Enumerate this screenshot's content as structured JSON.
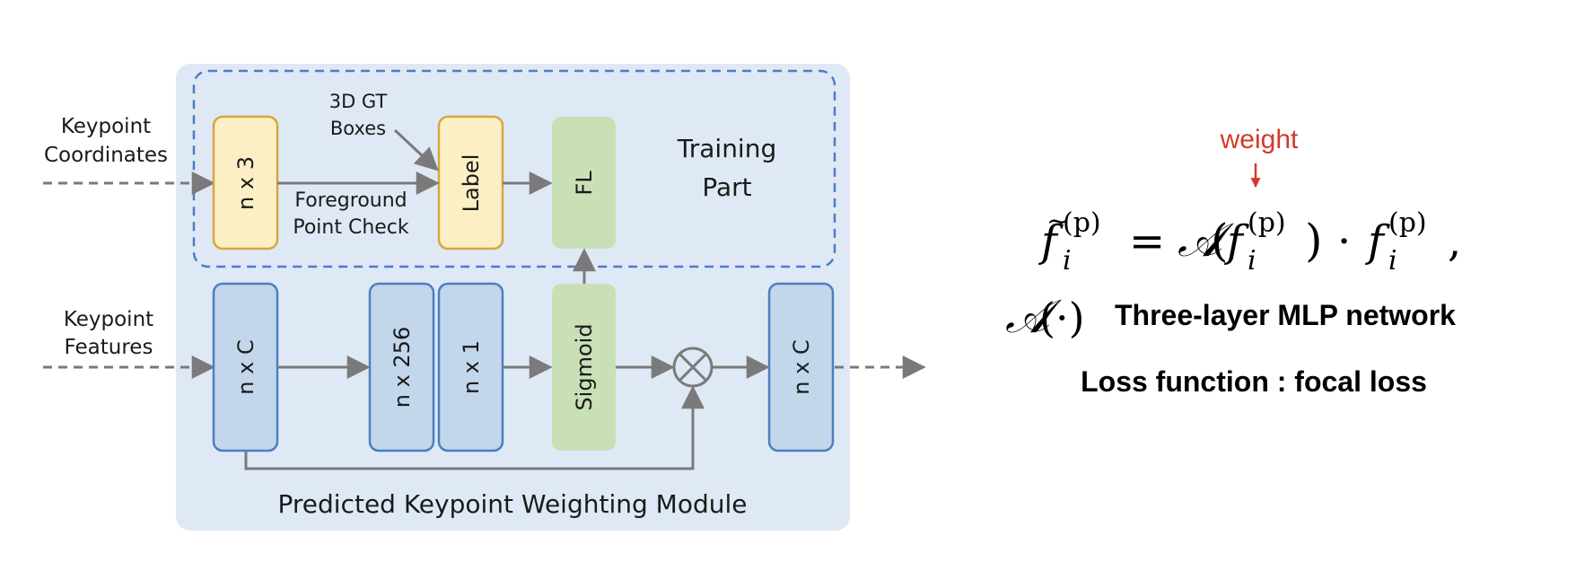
{
  "inputs": {
    "coordinates": [
      "Keypoint",
      "Coordinates"
    ],
    "features": [
      "Keypoint",
      "Features"
    ]
  },
  "training": {
    "title": [
      "Training",
      "Part"
    ],
    "gt_boxes": [
      "3D GT",
      "Boxes"
    ],
    "fg_check": [
      "Foreground",
      "Point Check"
    ]
  },
  "boxes": {
    "n3": "n x 3",
    "label": "Label",
    "fl": "FL",
    "nC_in": "n x C",
    "n256": "n x 256",
    "n1": "n x 1",
    "sigmoid": "Sigmoid",
    "nC_out": "n x C",
    "multiply": "⊗"
  },
  "module_title": "Predicted Keypoint Weighting Module",
  "formula": {
    "weight_label": "weight",
    "lhs_symbol": "f̃",
    "sub": "i",
    "sup": "(p)",
    "equals": "=",
    "A": "𝒜",
    "open": "(",
    "f": "f",
    "close": ")",
    "dot": "·",
    "comma": ",",
    "A_dot": "(·)",
    "mlp_desc": "Three-layer MLP network",
    "loss_desc": "Loss function : focal loss"
  },
  "colors": {
    "module_bg": "#dfe9f5",
    "dashed_border": "#4a7fc1",
    "yellow_fill": "#fcefc6",
    "yellow_stroke": "#d4a93a",
    "green_fill": "#c9e0b6",
    "blue_fill": "#c2d6ec",
    "blue_stroke": "#4d7fc0",
    "arrow": "#7a7a7a",
    "weight_red": "#d23a2a"
  }
}
